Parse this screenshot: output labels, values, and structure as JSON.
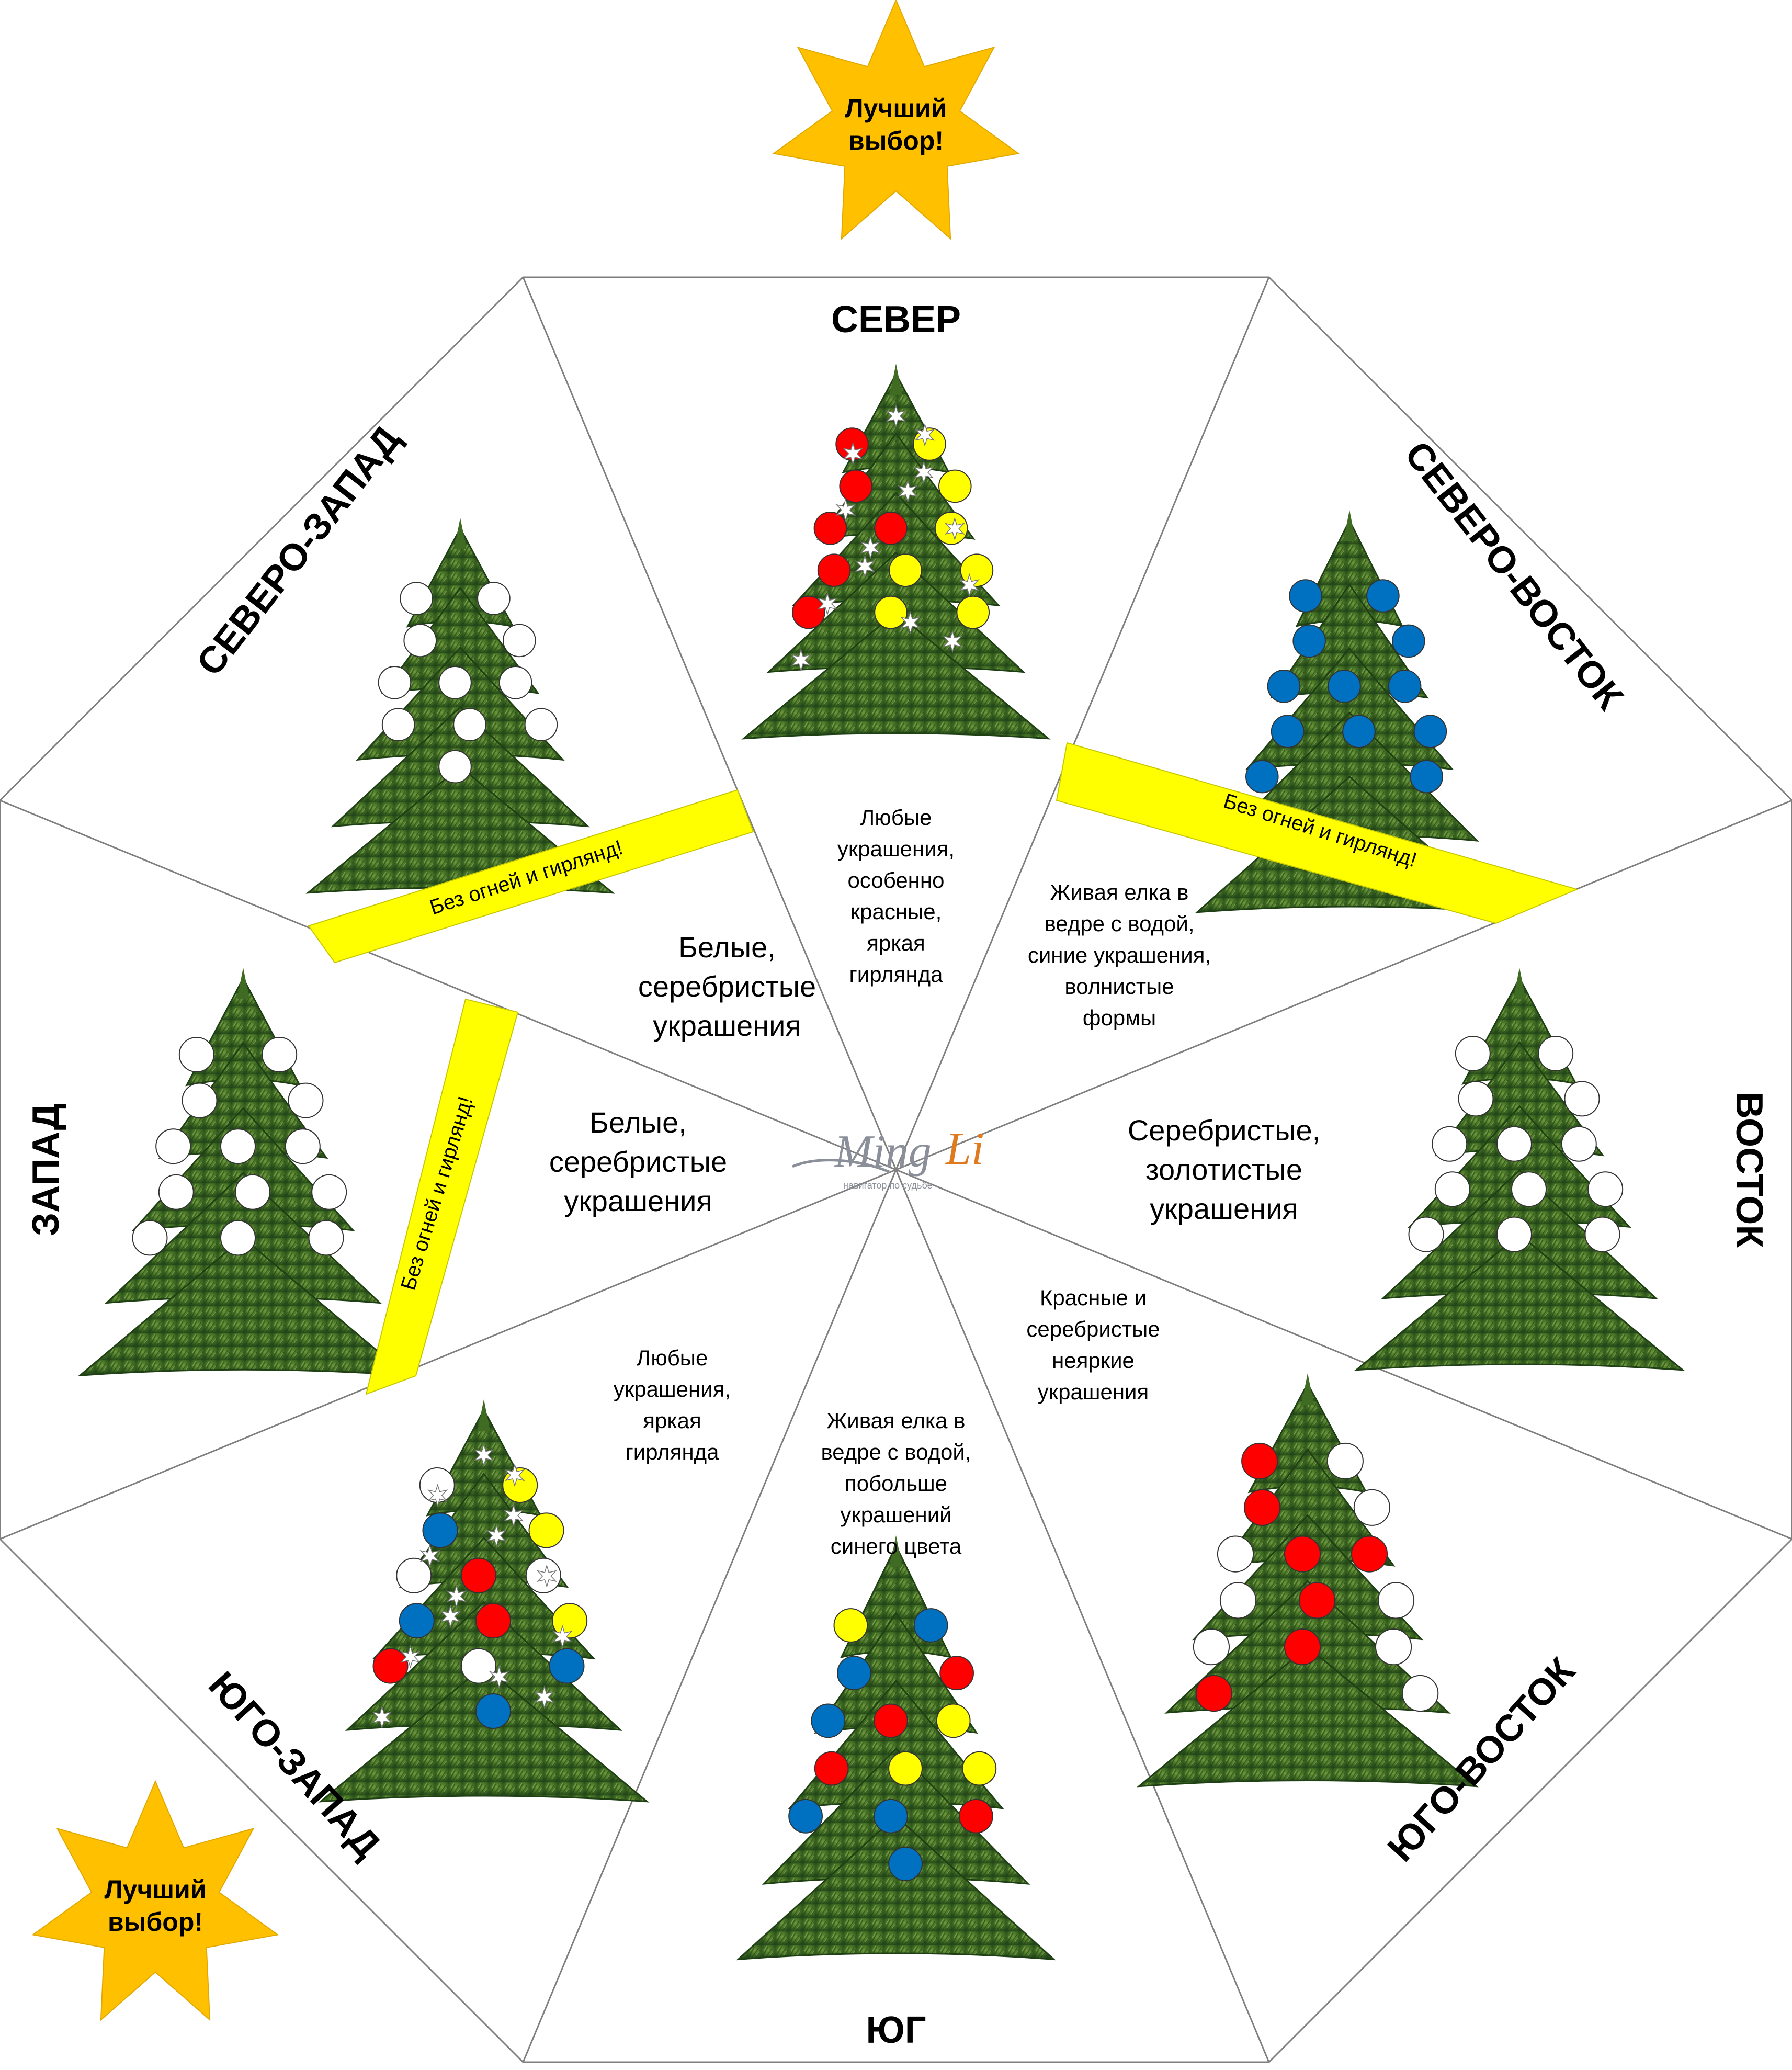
{
  "colors": {
    "ornament_red": "#ff0000",
    "ornament_yellow": "#ffff00",
    "ornament_blue": "#0070c0",
    "ornament_white": "#ffffff",
    "band_yellow": "#ffff00",
    "star_orange": "#ffc000",
    "tree_green": "#2e5e1a",
    "logo_gray": "#8a8f99",
    "logo_orange": "#e07a1f"
  },
  "badges": {
    "top": {
      "text": "Лучший выбор!"
    },
    "bottom": {
      "text": "Лучший выбор!"
    }
  },
  "logo": {
    "text_main": "Ming",
    "text_accent": "Li",
    "subtitle": "навигатор по судьбе"
  },
  "sectors": [
    {
      "key": "north",
      "label": "СЕВЕР",
      "description": [
        "Любые",
        "украшения,",
        "особенно",
        "красные,",
        "яркая",
        "гирлянда"
      ],
      "ornaments": [
        "red",
        "yellow",
        "red",
        "yellow",
        "red",
        "red",
        "yellow",
        "red",
        "yellow",
        "yellow",
        "red",
        "yellow",
        "yellow"
      ],
      "stars": true,
      "band": ""
    },
    {
      "key": "northeast",
      "label": "СЕВЕРО-ВОСТОК",
      "description": [
        "Живая елка в",
        "ведре с водой,",
        "синие украшения,",
        "волнистые",
        "формы"
      ],
      "ornaments": [
        "blue",
        "blue",
        "blue",
        "blue",
        "blue",
        "blue",
        "blue",
        "blue",
        "blue",
        "blue",
        "blue",
        "blue"
      ],
      "stars": false,
      "band": "Без огней и гирлянд!"
    },
    {
      "key": "east",
      "label": "ВОСТОК",
      "description": [
        "Серебристые,",
        "золотистые",
        "украшения"
      ],
      "ornaments": [
        "white",
        "white",
        "white",
        "white",
        "white",
        "white",
        "white",
        "white",
        "white",
        "white",
        "white",
        "white",
        "white"
      ],
      "stars": false,
      "band": ""
    },
    {
      "key": "southeast",
      "label": "ЮГО-ВОСТОК",
      "description": [
        "Красные и",
        "серебристые",
        "неяркие",
        "украшения"
      ],
      "ornaments": [
        "red",
        "white",
        "red",
        "white",
        "white",
        "red",
        "red",
        "white",
        "red",
        "white",
        "white",
        "red",
        "white",
        "red",
        "white"
      ],
      "stars": false,
      "band": ""
    },
    {
      "key": "south",
      "label": "ЮГ",
      "description": [
        "Живая елка в",
        "ведре с водой,",
        "побольше",
        "украшений",
        "синего цвета"
      ],
      "ornaments": [
        "yellow",
        "blue",
        "blue",
        "red",
        "blue",
        "red",
        "yellow",
        "red",
        "yellow",
        "yellow",
        "blue",
        "blue",
        "red",
        "blue"
      ],
      "stars": false,
      "band": ""
    },
    {
      "key": "southwest",
      "label": "ЮГО-ЗАПАД",
      "description": [
        "Любые",
        "украшения,",
        "яркая",
        "гирлянда"
      ],
      "ornaments": [
        "white",
        "yellow",
        "blue",
        "yellow",
        "white",
        "red",
        "white",
        "blue",
        "red",
        "yellow",
        "red",
        "white",
        "blue",
        "blue"
      ],
      "stars": true,
      "band": ""
    },
    {
      "key": "west",
      "label": "ЗАПАД",
      "description": [
        "Белые,",
        "серебристые",
        "украшения"
      ],
      "ornaments": [
        "white",
        "white",
        "white",
        "white",
        "white",
        "white",
        "white",
        "white",
        "white",
        "white",
        "white",
        "white",
        "white"
      ],
      "stars": false,
      "band": "Без огней и гирлянд!"
    },
    {
      "key": "northwest",
      "label": "СЕВЕРО-ЗАПАД",
      "description": [
        "Белые,",
        "серебристые",
        "украшения"
      ],
      "ornaments": [
        "white",
        "white",
        "white",
        "white",
        "white",
        "white",
        "white",
        "white",
        "white",
        "white",
        "white"
      ],
      "stars": false,
      "band": "Без огней и гирлянд!"
    }
  ]
}
